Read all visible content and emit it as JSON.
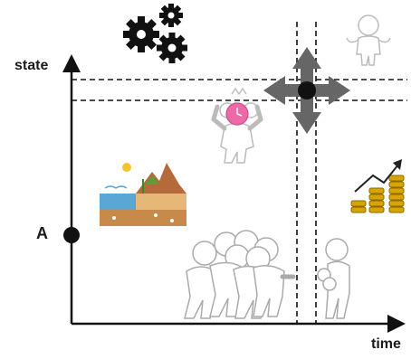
{
  "diagram": {
    "y_axis_label": "state",
    "x_axis_label": "time",
    "point_label": "A",
    "icons": [
      "gears-icon",
      "stickman-shrugging-icon",
      "move-arrows-icon",
      "stickman-holding-clock-icon",
      "landscape-cross-section-icon",
      "rising-coins-chart-icon",
      "crowd-pushing-icon",
      "stickman-boxing-icon"
    ],
    "colors": {
      "ink": "#111111",
      "arrows": "#666666",
      "clock": "#ee6aa7",
      "coins": "#d9a400",
      "sky": "#5aa7d6",
      "earth": "#c88a4a"
    }
  }
}
